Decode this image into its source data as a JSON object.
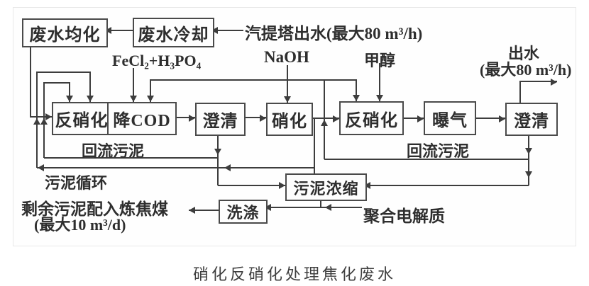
{
  "diagram": {
    "boxes": {
      "equalization": "废水均化",
      "cooling": "废水冷却",
      "denitrification_1": "反硝化",
      "cod_reduction": "降COD",
      "clarifier_1": "澄清",
      "nitrification": "硝化",
      "denitrification_2": "反硝化",
      "aeration": "曝气",
      "clarifier_2": "澄清",
      "sludge_thickening": "污泥浓缩",
      "washing": "洗涤"
    },
    "stream_labels": {
      "influent": "汽提塔出水(最大80 m³/h)",
      "fecl2_h3po4": "FeCl₂+H₃PO₄",
      "naoh": "NaOH",
      "methanol": "甲醇",
      "effluent_line_1": "出水",
      "effluent_line_2": "(最大80 m³/h)",
      "return_sludge_1": "回流污泥",
      "return_sludge_2": "回流污泥",
      "sludge_circulation": "污泥循环",
      "excess_sludge_line_1": "剩余污泥配入炼焦煤",
      "excess_sludge_line_2": "(最大10 m³/d)",
      "polyelectrolyte": "聚合电解质"
    },
    "caption": "硝化反硝化处理焦化废水",
    "colors": {
      "line": "#3d3d3d",
      "box_border": "#4a4a4a",
      "text": "#2e2e2e",
      "caption_text": "#3f3f3f",
      "panel_border": "#e8e8e8",
      "background": "#ffffff"
    }
  }
}
